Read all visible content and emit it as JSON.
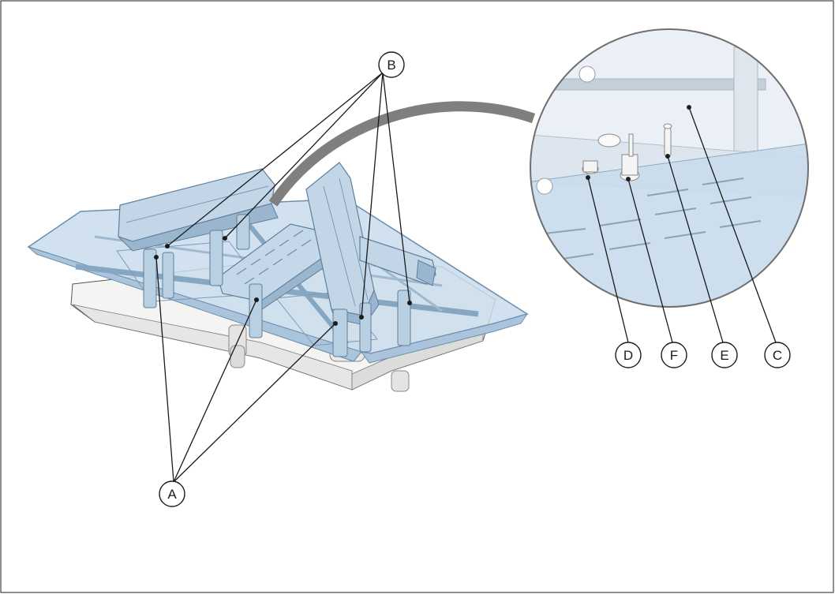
{
  "callouts": {
    "a": "A",
    "b": "B",
    "c": "C",
    "d": "D",
    "e": "E",
    "f": "F"
  },
  "colors": {
    "panel_fill": "#c9dcec",
    "panel_edge": "#6d8ea9",
    "frame_fill": "#a9c4dc",
    "base_fill": "#f4f4f2",
    "connector": "#7f7f7f",
    "line": "#1a1a1a"
  }
}
